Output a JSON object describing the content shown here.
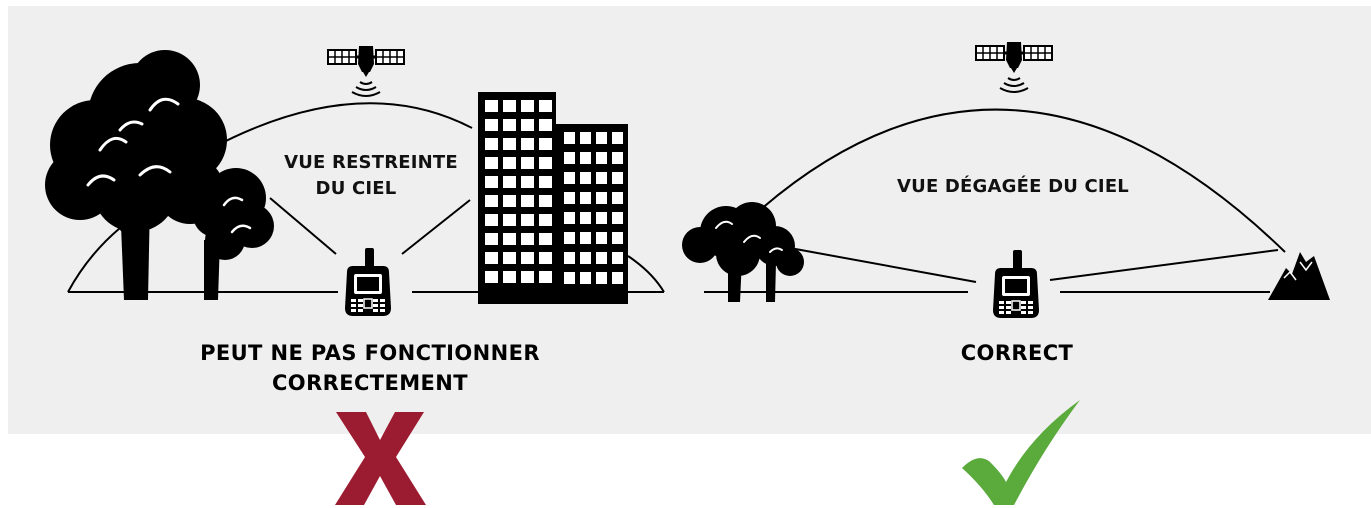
{
  "left_scene": {
    "sky_label_line1": "VUE RESTREINTE",
    "sky_label_line2": "DU CIEL",
    "status_line1": "PEUT NE PAS FONCTIONNER",
    "status_line2": "CORRECTEMENT",
    "indicator": "cross-mark-icon"
  },
  "right_scene": {
    "sky_label": "VUE DÉGAGÉE DU CIEL",
    "status": "CORRECT",
    "indicator": "check-mark-icon"
  },
  "colors": {
    "panel_background": "#efefef",
    "cross_mark": "#9b1b30",
    "check_mark": "#5aaa3c",
    "ink": "#000000"
  }
}
